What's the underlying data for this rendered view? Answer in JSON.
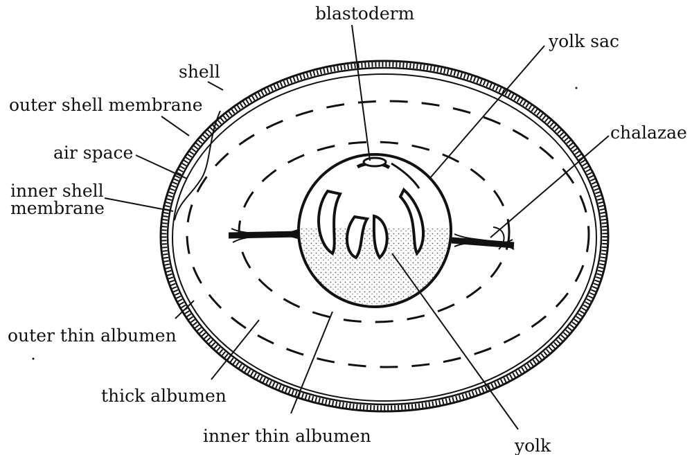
{
  "diagram": {
    "labels": {
      "blastoderm": "blastoderm",
      "yolk_sac": "yolk sac",
      "shell": "shell",
      "outer_shell_membrane": "outer shell membrane",
      "chalazae": "chalazae",
      "air_space": "air space",
      "inner_shell_membrane_line1": "inner shell",
      "inner_shell_membrane_line2": "membrane",
      "outer_thin_albumen": "outer thin albumen",
      "thick_albumen": "thick albumen",
      "inner_thin_albumen": "inner thin albumen",
      "yolk": "yolk"
    }
  }
}
